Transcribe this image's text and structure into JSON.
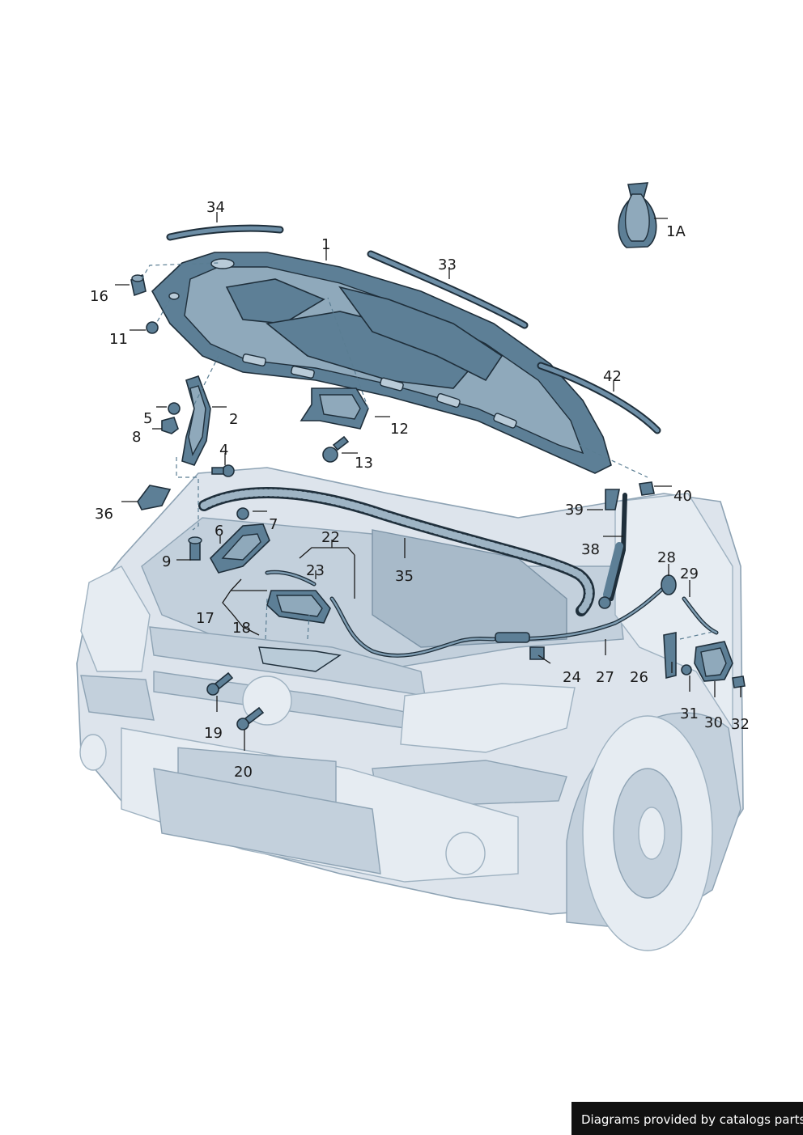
{
  "callouts": [
    {
      "id": "1",
      "text": "1"
    },
    {
      "id": "1A",
      "text": "1A"
    },
    {
      "id": "2",
      "text": "2"
    },
    {
      "id": "4",
      "text": "4"
    },
    {
      "id": "5",
      "text": "5"
    },
    {
      "id": "6",
      "text": "6"
    },
    {
      "id": "7",
      "text": "7"
    },
    {
      "id": "8",
      "text": "8"
    },
    {
      "id": "9",
      "text": "9"
    },
    {
      "id": "11",
      "text": "11"
    },
    {
      "id": "12",
      "text": "12"
    },
    {
      "id": "13",
      "text": "13"
    },
    {
      "id": "16",
      "text": "16"
    },
    {
      "id": "17",
      "text": "17"
    },
    {
      "id": "18",
      "text": "18"
    },
    {
      "id": "19",
      "text": "19"
    },
    {
      "id": "20",
      "text": "20"
    },
    {
      "id": "22",
      "text": "22"
    },
    {
      "id": "23",
      "text": "23"
    },
    {
      "id": "24",
      "text": "24"
    },
    {
      "id": "26",
      "text": "26"
    },
    {
      "id": "27",
      "text": "27"
    },
    {
      "id": "28",
      "text": "28"
    },
    {
      "id": "29",
      "text": "29"
    },
    {
      "id": "30",
      "text": "30"
    },
    {
      "id": "31",
      "text": "31"
    },
    {
      "id": "32",
      "text": "32"
    },
    {
      "id": "33",
      "text": "33"
    },
    {
      "id": "34",
      "text": "34"
    },
    {
      "id": "35",
      "text": "35"
    },
    {
      "id": "36",
      "text": "36"
    },
    {
      "id": "38",
      "text": "38"
    },
    {
      "id": "39",
      "text": "39"
    },
    {
      "id": "40",
      "text": "40"
    },
    {
      "id": "42",
      "text": "42"
    }
  ],
  "watermark": "Diagrams provided by catalogs parts",
  "colors": {
    "part": "#5d7f96",
    "body": "#dde4ec",
    "outline": "#1f2f3b",
    "watermark_bg": "#111111"
  }
}
